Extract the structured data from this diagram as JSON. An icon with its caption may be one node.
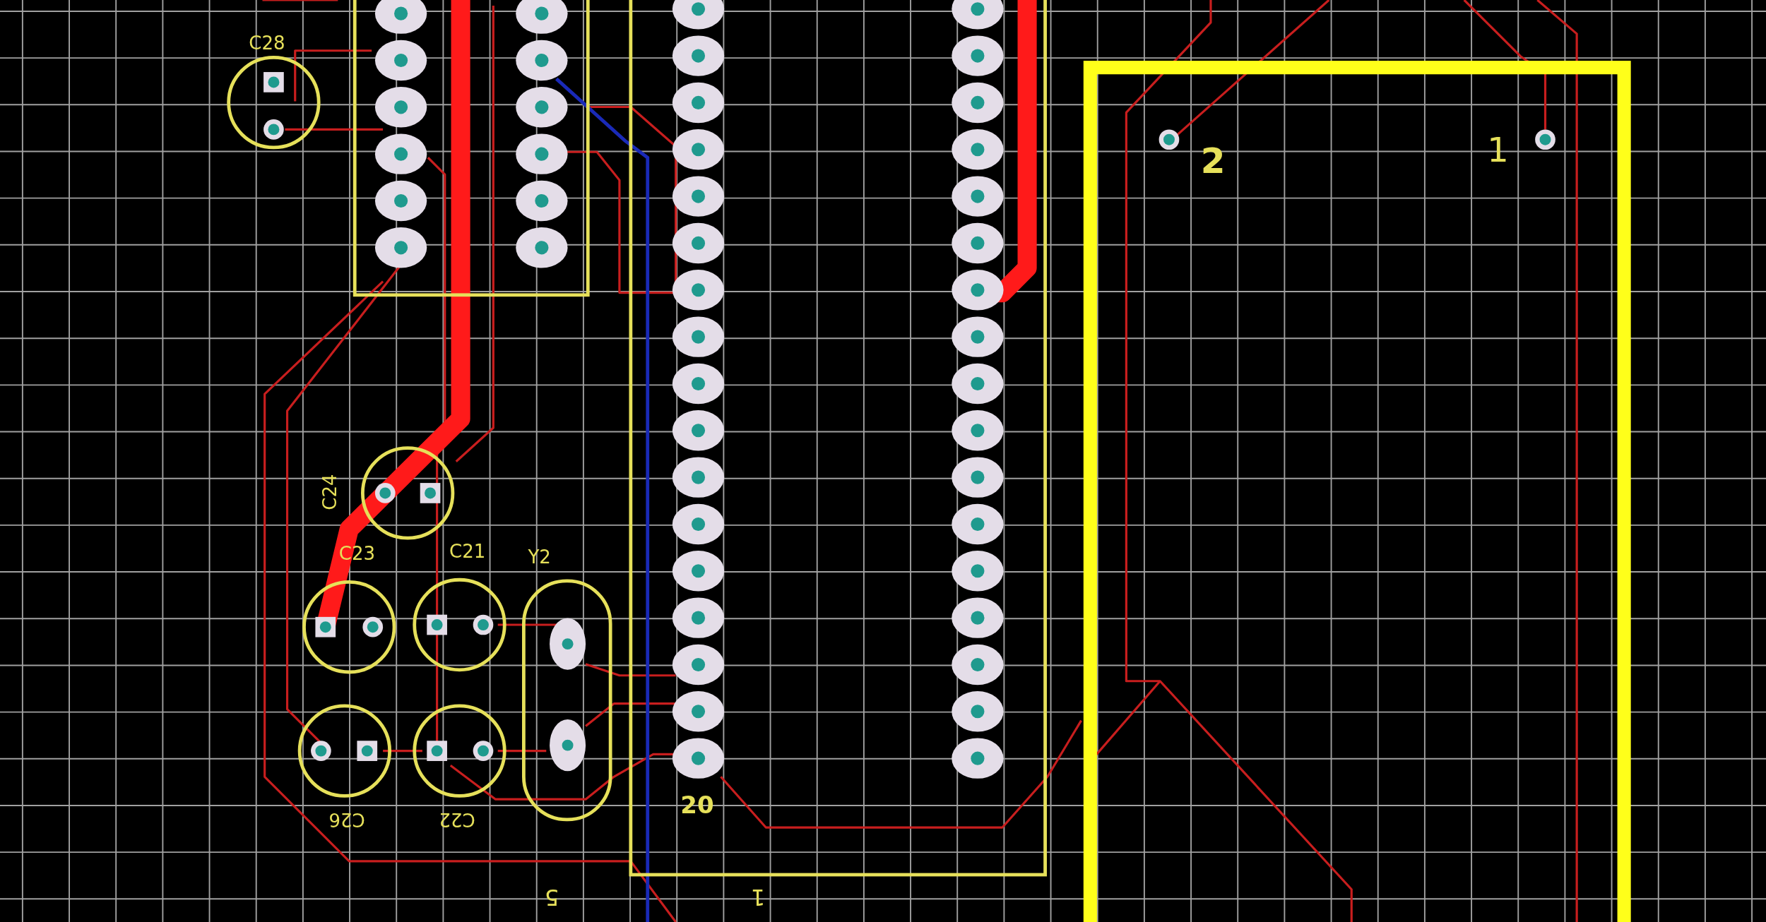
{
  "diagram": {
    "labels": [
      "C28",
      "2",
      "1",
      "C24",
      "C23",
      "C21",
      "Y2",
      "C26",
      "C22",
      "20",
      "5",
      "1"
    ]
  }
}
